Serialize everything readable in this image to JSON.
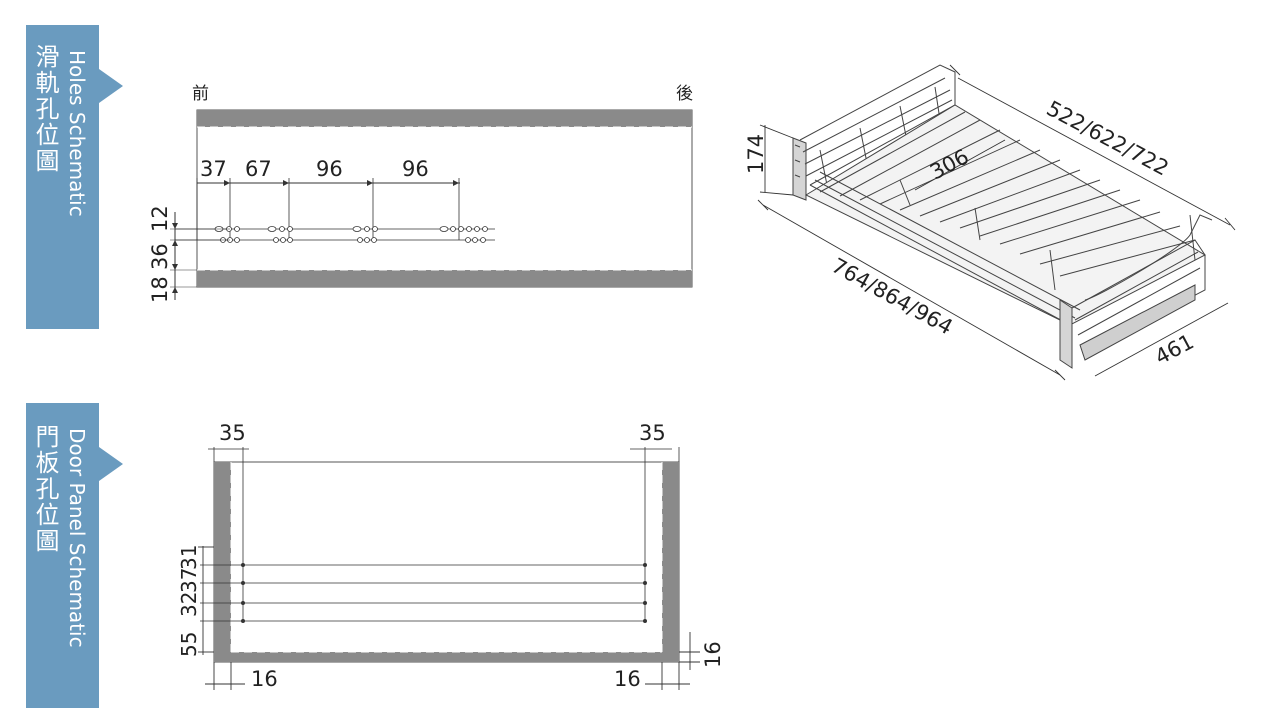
{
  "sections": [
    {
      "title_zh": "滑軌孔位圖",
      "title_en": "Holes Schematic"
    },
    {
      "title_zh": "門板孔位圖",
      "title_en": "Door Panel Schematic"
    }
  ],
  "rail": {
    "front_label": "前",
    "back_label": "後",
    "horizontal_dims": [
      "37",
      "67",
      "96",
      "96"
    ],
    "vertical_dims": [
      "12",
      "36",
      "18"
    ]
  },
  "basket": {
    "height": "174",
    "depth_inner": "306",
    "widths": "522/622/722",
    "lengths": "764/864/964",
    "depth": "461"
  },
  "door": {
    "top_left": "35",
    "top_right": "35",
    "vertical_dims": [
      "31",
      "37",
      "32",
      "55"
    ],
    "bottom_left": "16",
    "bottom_right": "16",
    "right_side": "16"
  },
  "colors": {
    "tab": "#6a9bbf",
    "panel_gray": "#8a8a8a",
    "line": "#333333"
  }
}
